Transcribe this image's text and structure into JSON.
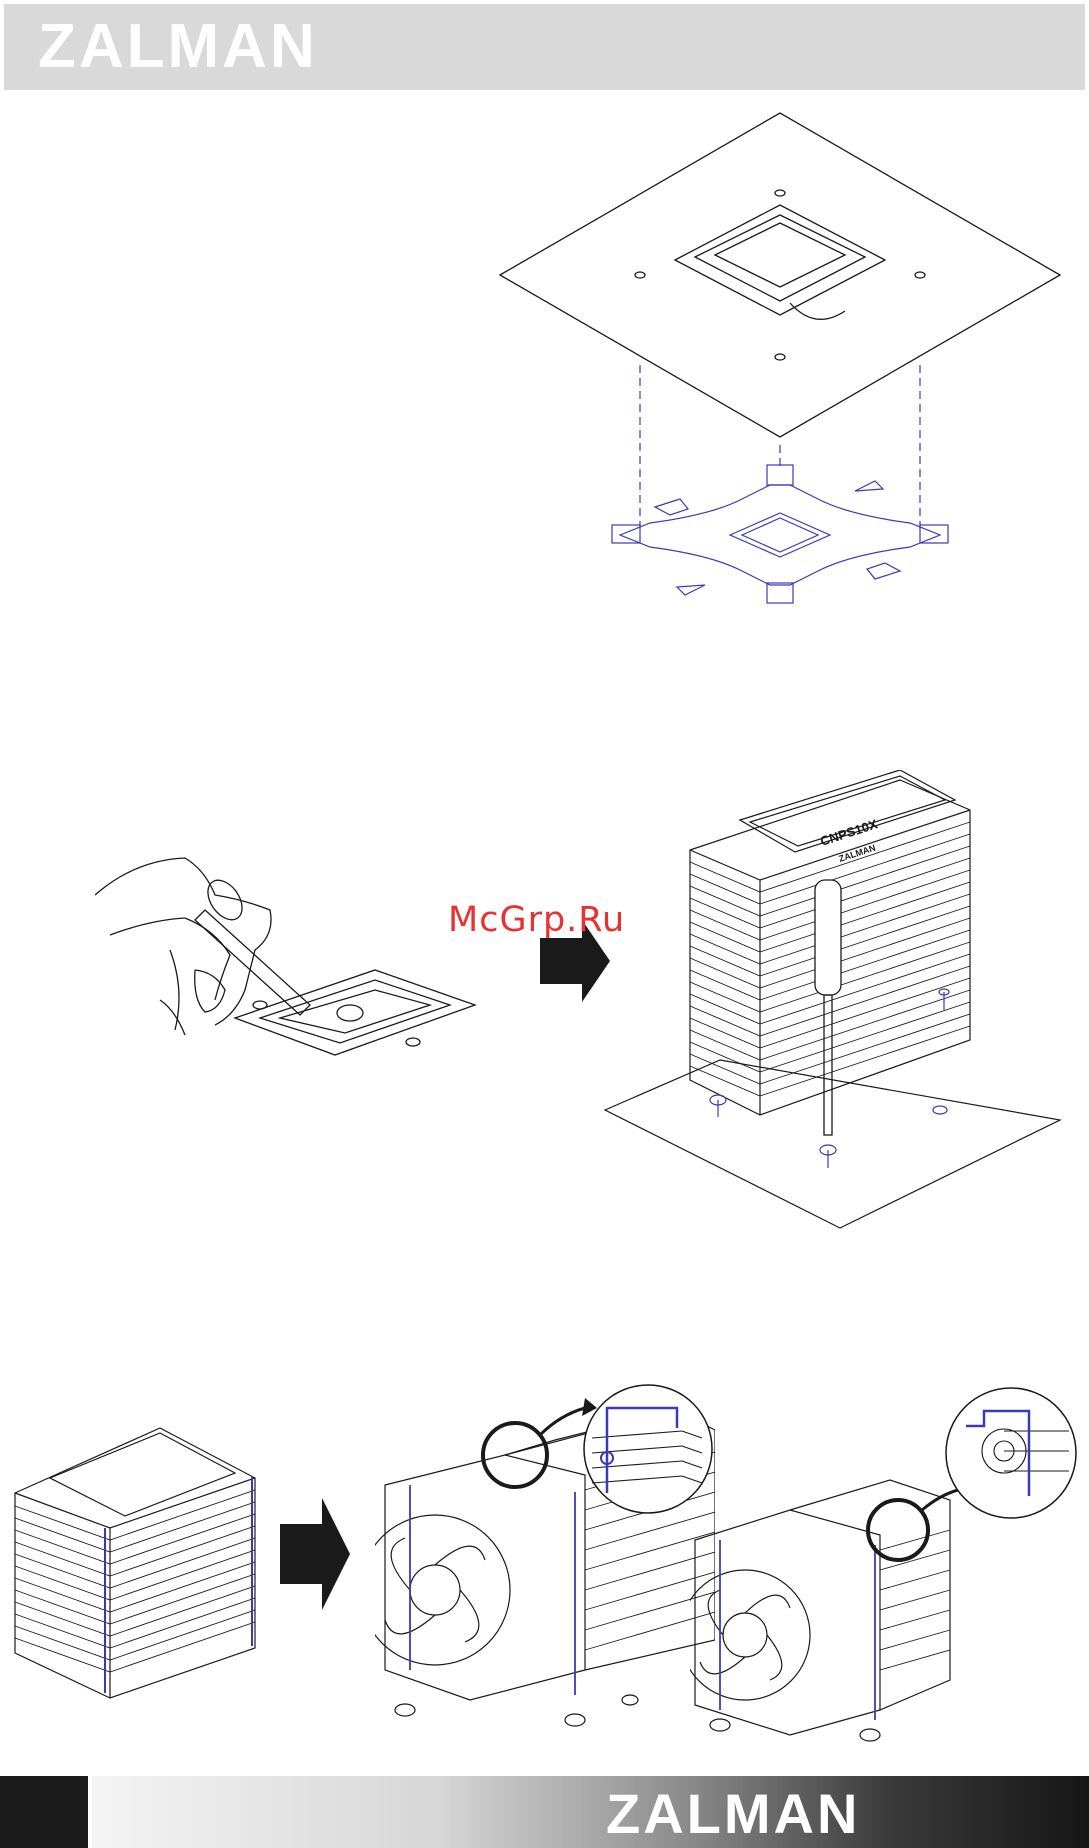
{
  "header": {
    "logo": "ZALMAN"
  },
  "watermark": "McGrp.Ru",
  "figures": {
    "step1": "motherboard-and-backplate",
    "step2": "thermal-paste-and-heatsink-mount",
    "step3": "fan-clip-installation",
    "labels": {
      "heatsink_top": "CNPS10X",
      "heatsink_sub": "ZALMAN"
    }
  },
  "footer": {
    "logo": "ZALMAN"
  },
  "colors": {
    "line": "#1a1a1a",
    "accent_blue": "#3a3ab8",
    "header_bg": "#d9d9d9",
    "watermark": "#e8322f"
  }
}
